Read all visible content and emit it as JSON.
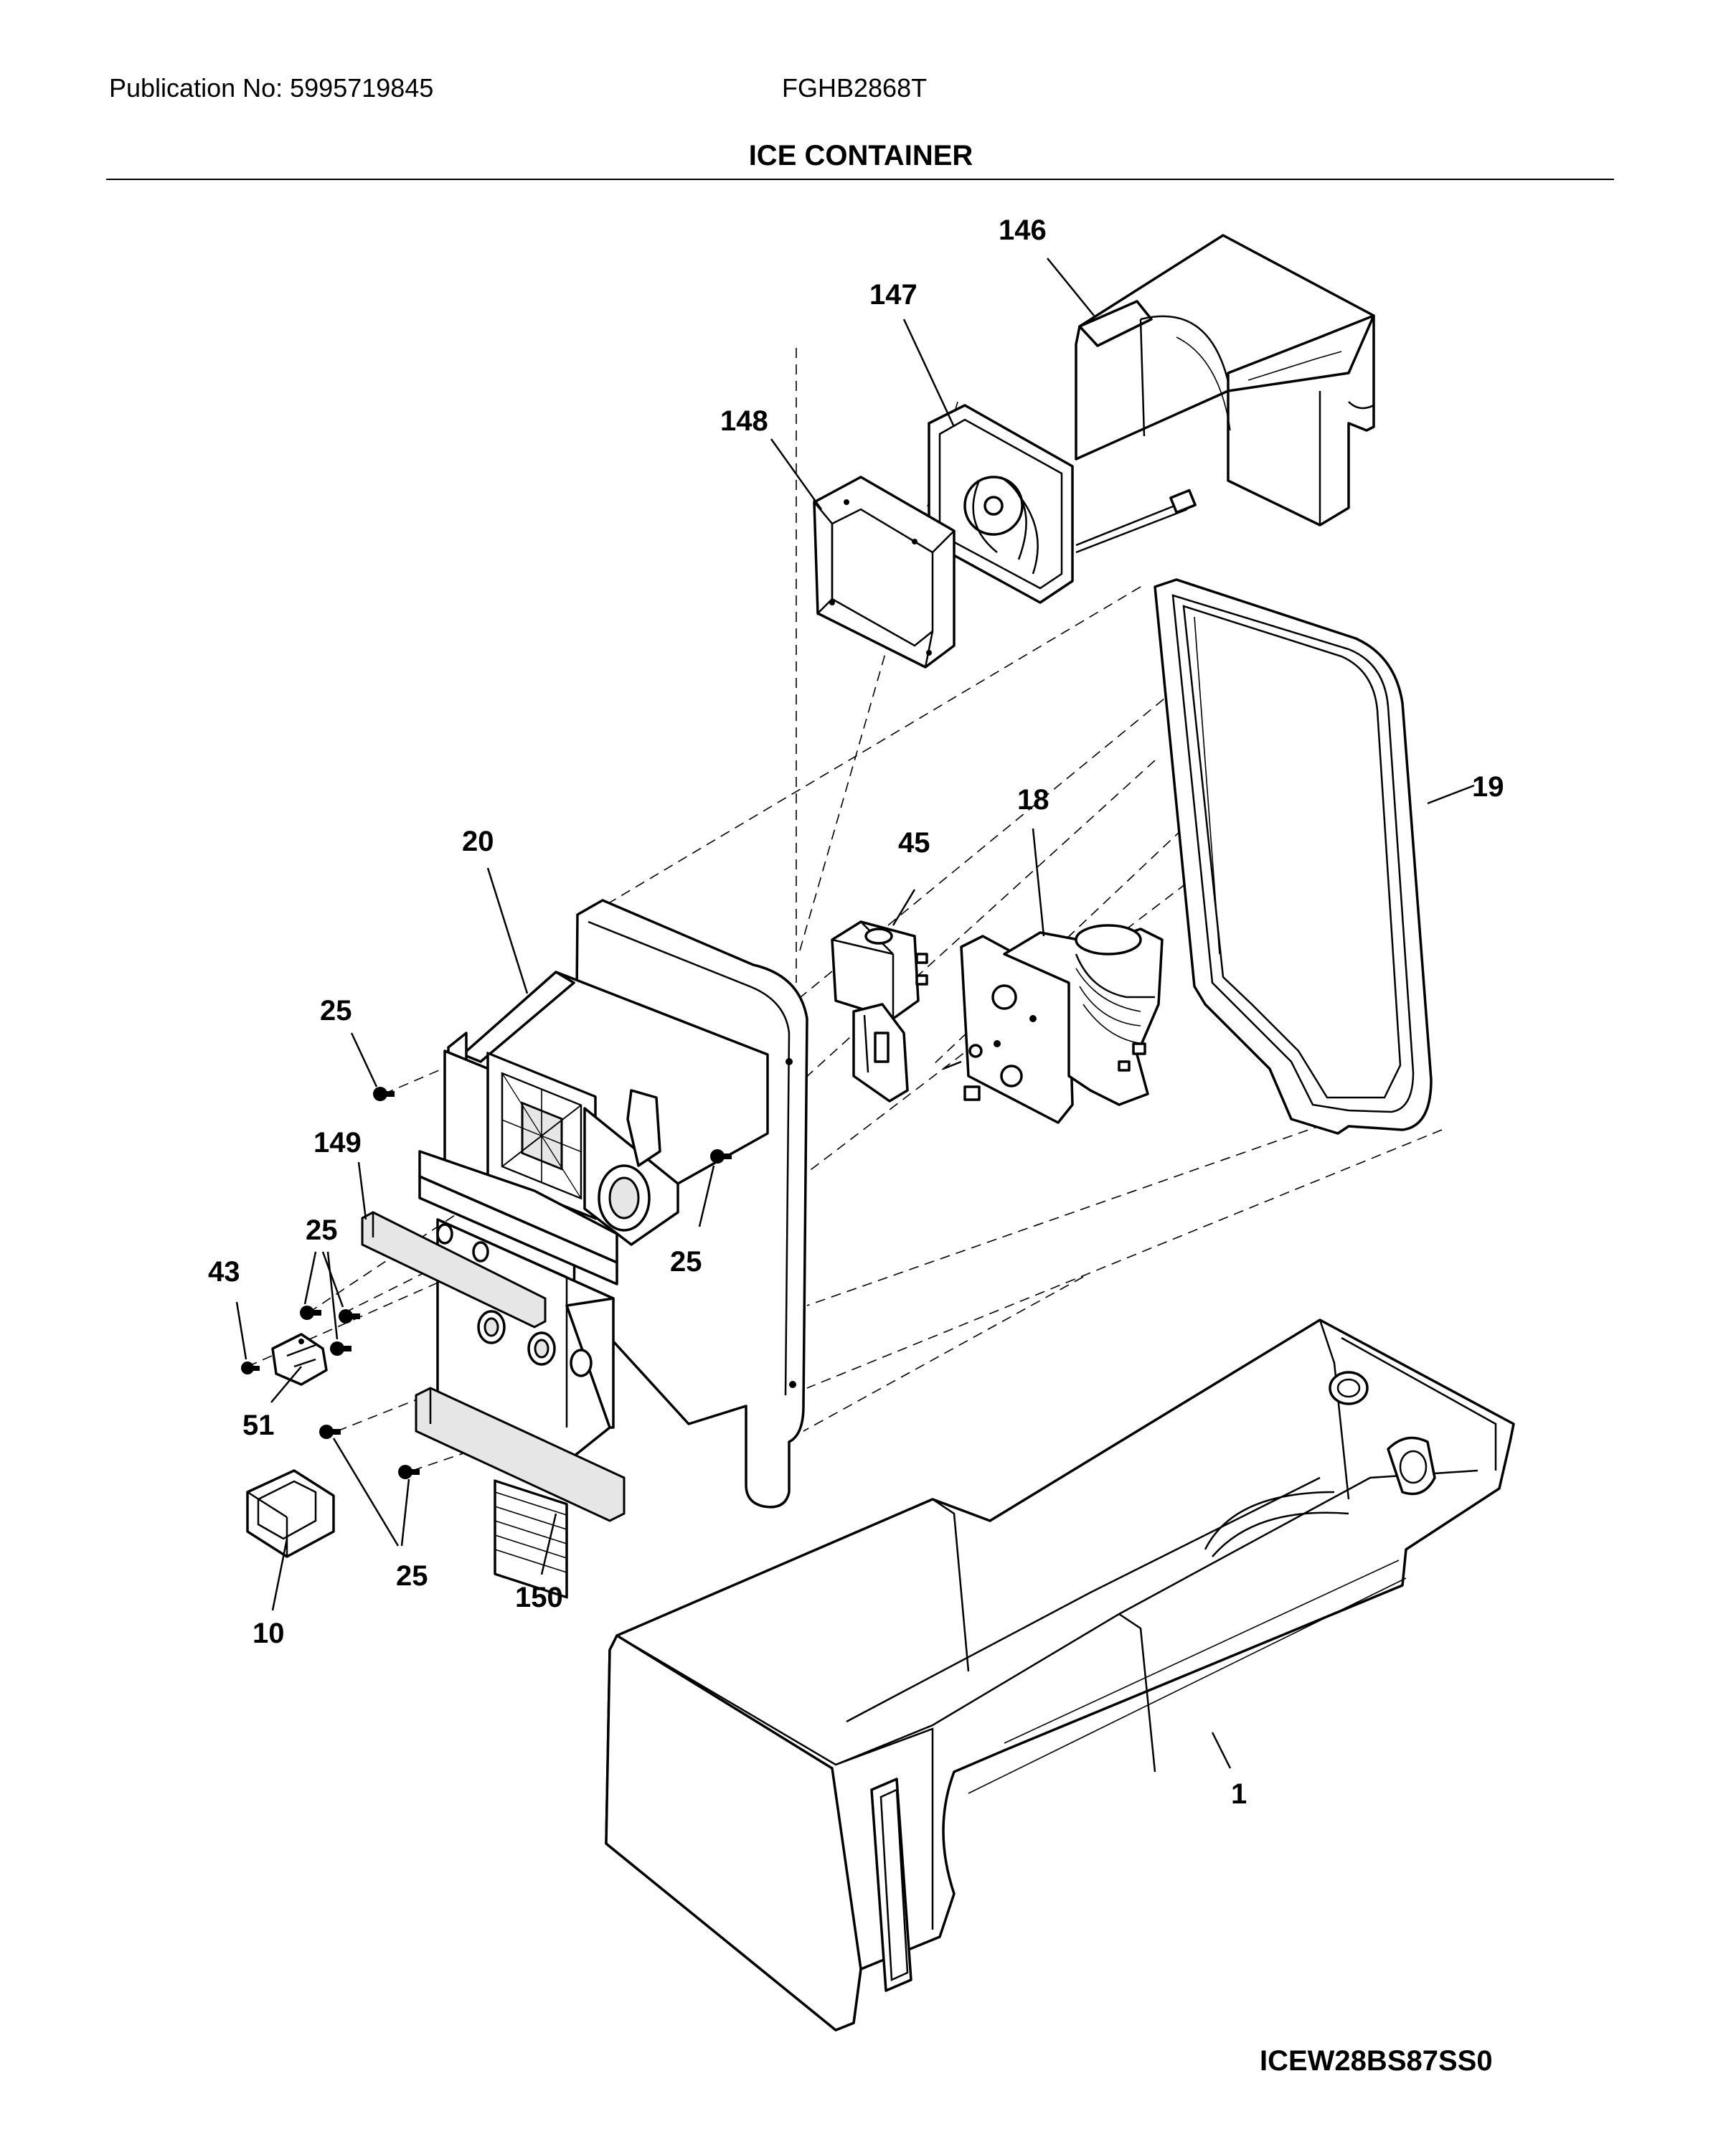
{
  "header": {
    "publication": "Publication No: 5995719845",
    "model": "FGHB2868T",
    "title": "ICE CONTAINER"
  },
  "callouts": {
    "c146": "146",
    "c147": "147",
    "c148": "148",
    "c19": "19",
    "c18": "18",
    "c45": "45",
    "c20": "20",
    "c25a": "25",
    "c149": "149",
    "c25b": "25",
    "c43": "43",
    "c25c": "25",
    "c51": "51",
    "c25d": "25",
    "c150": "150",
    "c10": "10",
    "c1": "1"
  },
  "figure_code": "ICEW28BS87SS0"
}
